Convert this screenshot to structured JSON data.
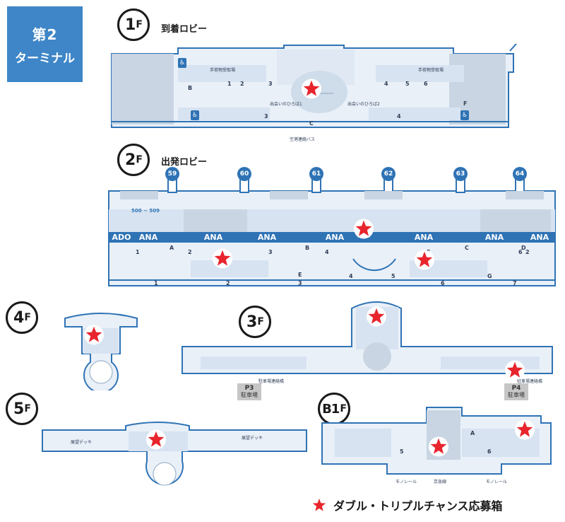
{
  "terminal": {
    "line1": "第2",
    "line2": "ターミナル"
  },
  "floors": {
    "f1": {
      "num": "1",
      "unit": "F",
      "name": "到着ロビー",
      "labels": {
        "baggage_left": "手荷物受取場",
        "baggage_right": "手荷物受取場",
        "plaza1": "出会いのひろば1",
        "plaza2": "出会いのひろば2",
        "bus": "空港連絡バス",
        "C": "C",
        "B": "B",
        "F": "F",
        "num1": "1",
        "num2": "2",
        "num3": "3",
        "num4": "4",
        "num5": "5",
        "num6": "6",
        "info3": "3",
        "info4": "4"
      }
    },
    "f2": {
      "num": "2",
      "unit": "F",
      "name": "出発ロビー",
      "gates": [
        "59",
        "60",
        "61",
        "62",
        "63",
        "64"
      ],
      "counters": {
        "ado": "ADO",
        "ana": "ANA",
        "range": "500 ~ 509"
      },
      "letters": [
        "A",
        "B",
        "C",
        "D",
        "E",
        "G"
      ],
      "entrances": [
        "1",
        "2",
        "3",
        "4",
        "5",
        "6",
        "7"
      ],
      "info": [
        "1",
        "2",
        "3",
        "4",
        "5",
        "6",
        "2"
      ]
    },
    "f3": {
      "num": "3",
      "unit": "F",
      "p3": "P3",
      "p4": "P4",
      "parking": "駐車場",
      "bridge": "駐車場連絡橋"
    },
    "f4": {
      "num": "4",
      "unit": "F"
    },
    "f5": {
      "num": "5",
      "unit": "F",
      "deck_left": "展望デッキ",
      "deck_right": "展望デッキ"
    },
    "b1": {
      "num": "B1",
      "unit": "F",
      "monorail_left": "モノレール",
      "keikyu": "京急線",
      "monorail_right": "モノレール",
      "info5": "5",
      "info6": "6",
      "A": "A"
    }
  },
  "legend": {
    "text": "ダブル・トリプルチャンス応募箱"
  },
  "colors": {
    "accent": "#2f73b5",
    "badge": "#3e86c7",
    "star": "#e8252d"
  }
}
